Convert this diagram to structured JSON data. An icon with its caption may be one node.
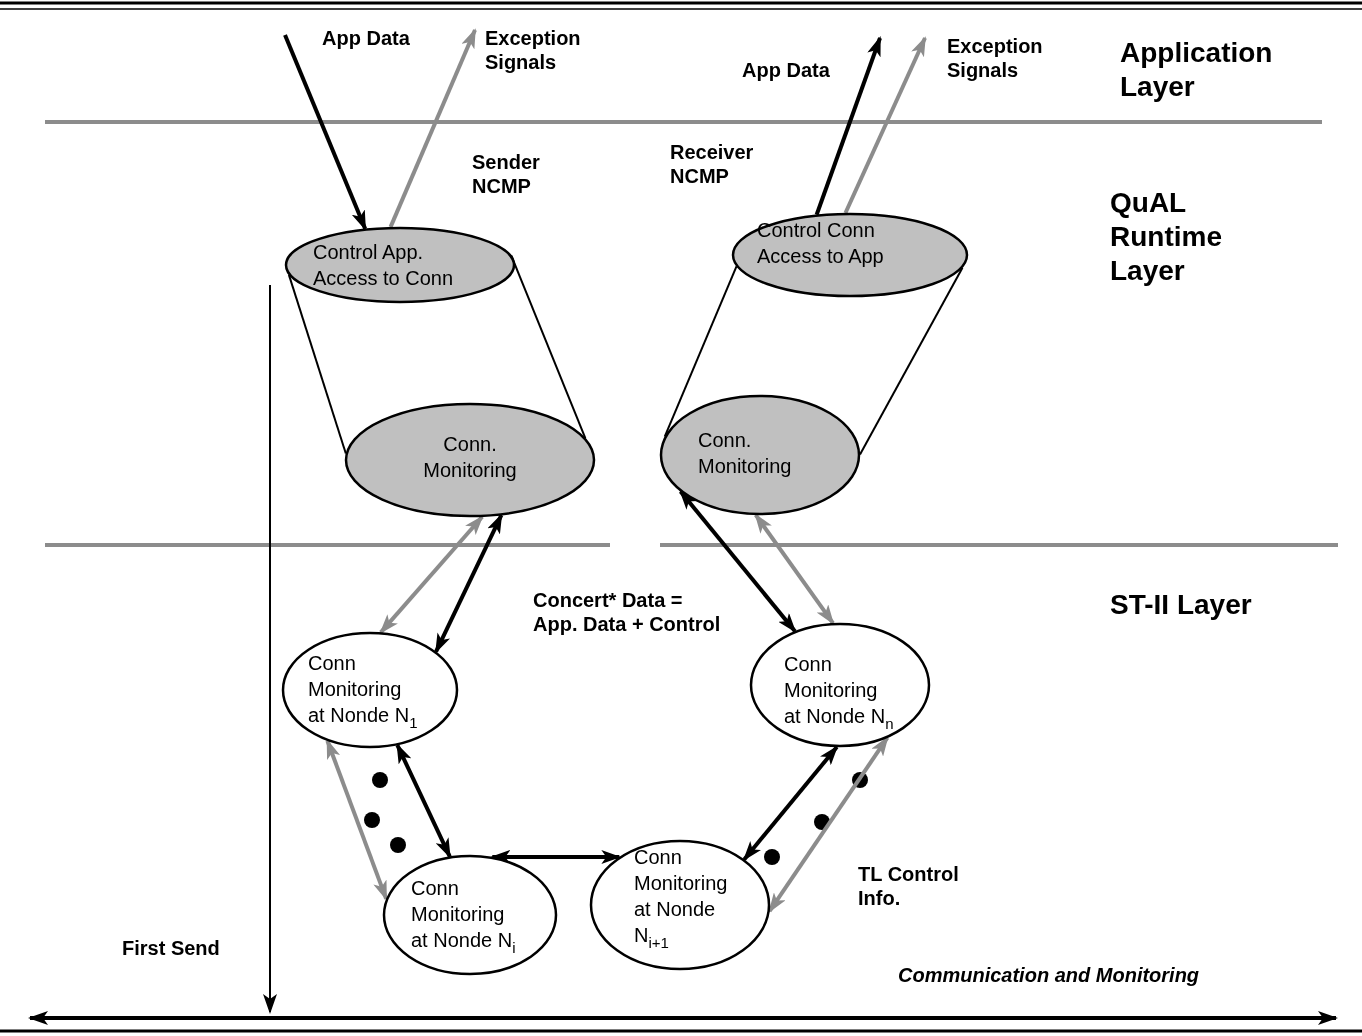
{
  "diagram": {
    "nodes": [
      {
        "text": [
          "Control App. Access to Conn"
        ],
        "beside": [
          "Sender NCMP"
        ]
      },
      {
        "text": [
          "Conn. Monitoring"
        ]
      },
      {
        "text": [
          "Control Conn Access to App"
        ],
        "beside": [
          "Receiver NCMP"
        ]
      },
      {
        "text": [
          "Conn. Monitoring"
        ]
      },
      {
        "text": [
          "Conn Monitoring at Nonde N$_{1}$"
        ]
      },
      {
        "text": [
          "Conn Monitoring at Nonde N$_{n}$"
        ]
      },
      {
        "text": [
          "Conn Monitoring at Nonde N$_{i}$"
        ]
      },
      {
        "text": [
          "Conn Monitoring at Nonde N$_{i+1}$"
        ]
      }
    ],
    "edges": [
      {
        "from": null,
        "to": 0,
        "arrow": "to",
        "label": "App Data"
      },
      {
        "from": 0,
        "to": null,
        "arrow": "to",
        "label": "Exception Signals",
        "color": "#8c8c8c"
      },
      {
        "from": 2,
        "to": null,
        "arrow": "to",
        "label": "App Data"
      },
      {
        "from": 2,
        "to": null,
        "arrow": "to",
        "label": "Exception Signals",
        "color": "#8c8c8c"
      },
      {
        "from": 0,
        "to": 1,
        "arrow": "none"
      },
      {
        "from": 0,
        "to": 1,
        "arrow": "none"
      },
      {
        "from": 2,
        "to": 3,
        "arrow": "none"
      },
      {
        "from": 2,
        "to": 3,
        "arrow": "none"
      },
      {
        "from": 1,
        "to": 4,
        "arrow": "both",
        "color": "#8c8c8c"
      },
      {
        "from": 1,
        "to": 4,
        "arrow": "both"
      },
      {
        "from": 3,
        "to": 5,
        "arrow": "both"
      },
      {
        "from": 3,
        "to": 5,
        "arrow": "both",
        "color": "#8c8c8c"
      },
      {
        "from": 4,
        "to": 6,
        "arrow": "both",
        "color": "#8c8c8c"
      },
      {
        "from": 4,
        "to": 6,
        "arrow": "both"
      },
      {
        "from": 6,
        "to": 7,
        "arrow": "both"
      },
      {
        "from": 7,
        "to": 5,
        "arrow": "both"
      },
      {
        "from": 7,
        "to": 5,
        "arrow": "both",
        "color": "#8c8c8c"
      }
    ],
    "labels": [
      "Application Layer",
      "QuAL Runtime Layer",
      "Concert* Data = App. Data + Control",
      "ST-II Layer",
      "TL Control Info.",
      "First Send",
      "Communication and Monitoring"
    ]
  }
}
